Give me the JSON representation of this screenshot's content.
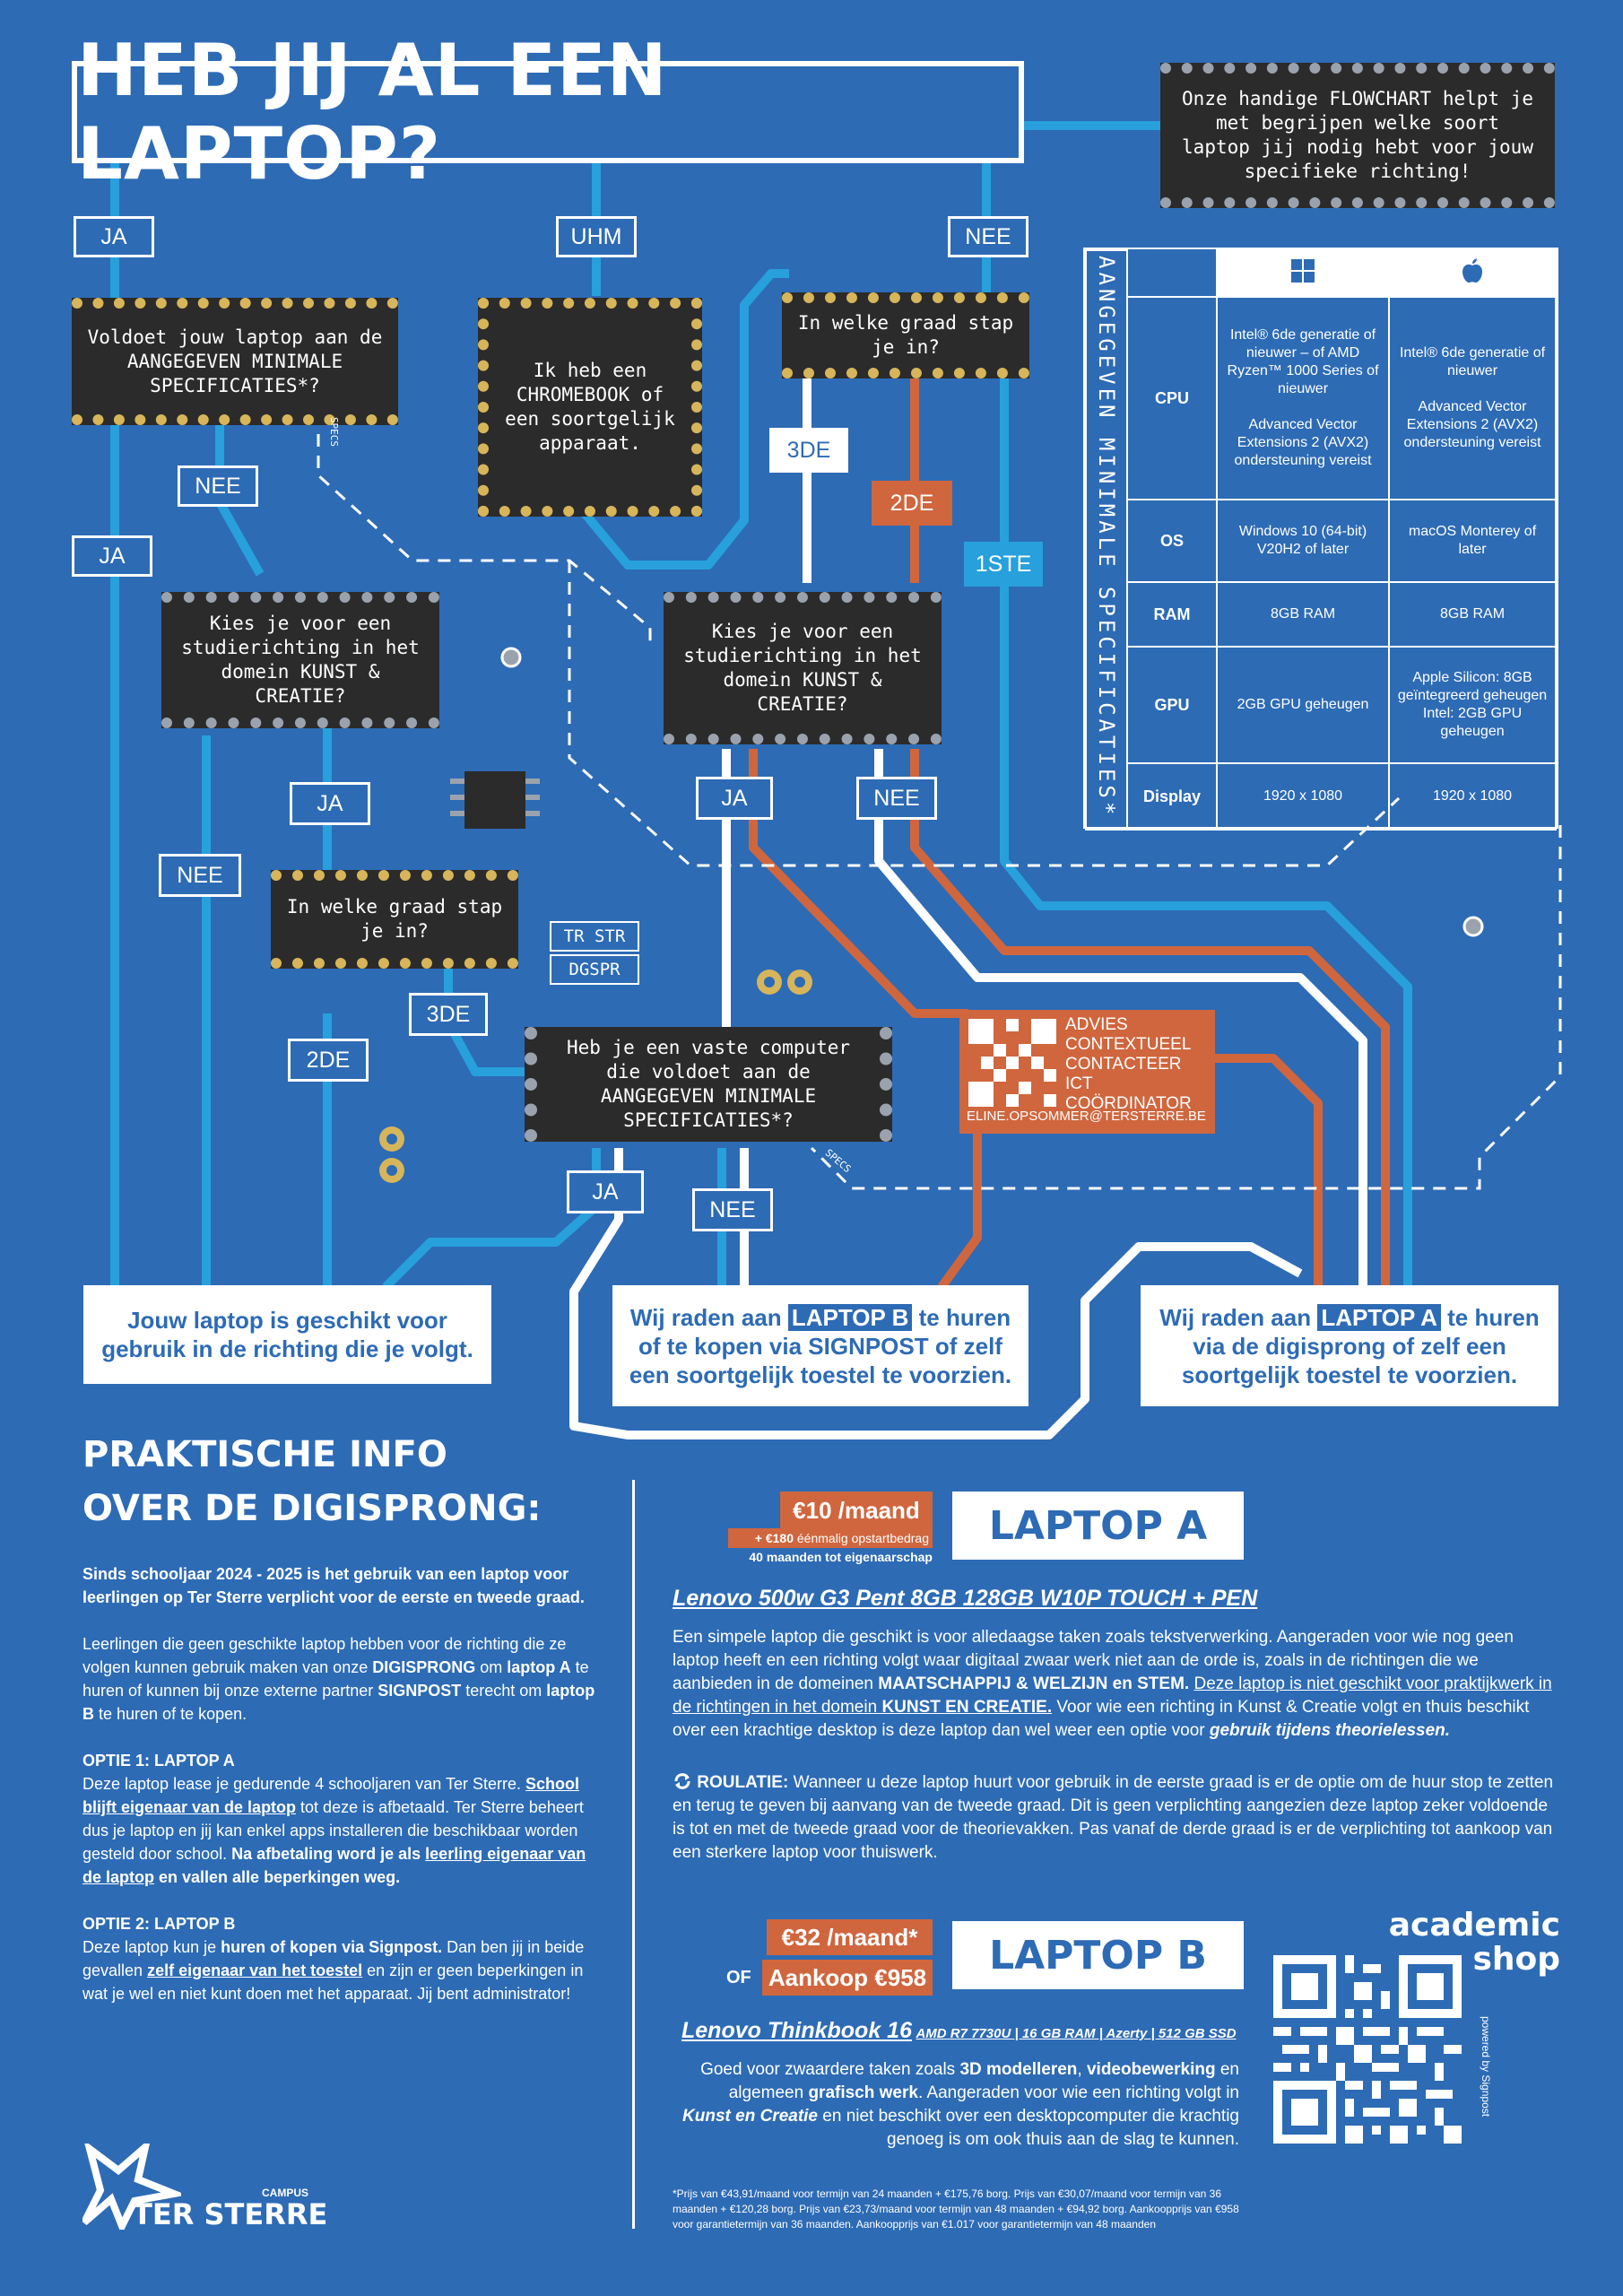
{
  "title": "HEB JIJ AL EEN LAPTOP?",
  "intro_chip": "Onze handige FLOWCHART helpt je met begrijpen welke soort laptop jij nodig hebt voor jouw specifieke richting!",
  "chips": {
    "q_specs": "Voldoet jouw laptop aan de AANGEGEVEN MINIMALE SPECIFICATIES*?",
    "chromebook": "Ik heb een CHROMEBOOK of een soortgelijk apparaat.",
    "graad_top": "In welke graad stap je in?",
    "kunst_left": "Kies je voor een studierichting in het domein KUNST & CREATIE?",
    "kunst_mid": "Kies je voor een studierichting in het domein KUNST & CREATIE?",
    "graad_left": "In welke graad stap je in?",
    "computer": "Heb je een vaste computer die voldoet aan de AANGEGEVEN MINIMALE SPECIFICATIES*?"
  },
  "labels": {
    "ja1": "JA",
    "uhm": "UHM",
    "nee1": "NEE",
    "nee2": "NEE",
    "ja2": "JA",
    "derde1": "3DE",
    "tweede1": "2DE",
    "eerste": "1STE",
    "ja3": "JA",
    "nee3": "NEE",
    "ja4": "JA",
    "nee4": "NEE",
    "derde2": "3DE",
    "tweede2": "2DE",
    "ja5": "JA",
    "nee5": "NEE",
    "specs": "SPECS",
    "trstr": "TR STR",
    "dgspr": "DGSPR"
  },
  "advies": {
    "text": "ADVIES CONTEXTUEEL CONTACTEER ICT COÖRDINATOR",
    "email": "ELINE.OPSOMMER@TERSTERRE.BE"
  },
  "results": {
    "geschikt": "Jouw laptop is geschikt voor gebruik in de richting die je volgt.",
    "b_pre": "Wij raden aan",
    "b_hl": "LAPTOP B",
    "b_post": "te huren of te kopen via SIGNPOST of zelf een soortgelijk toestel te voorzien.",
    "a_pre": "Wij raden aan",
    "a_hl": "LAPTOP A",
    "a_post": "te huren via de digisprong of zelf een soortgelijk toestel te voorzien."
  },
  "spec_table": {
    "vertical_title": "AANGEGEVEN MINIMALE SPECIFICATIES*",
    "os_icons": [
      "windows-logo",
      "apple-logo"
    ],
    "rows": [
      {
        "name": "CPU",
        "win": "Intel® 6de generatie of nieuwer – of AMD Ryzen™ 1000 Series of nieuwer\n\nAdvanced Vector Extensions 2 (AVX2) ondersteuning vereist",
        "mac": "Intel® 6de generatie of nieuwer\n\nAdvanced Vector Extensions 2 (AVX2) ondersteuning vereist"
      },
      {
        "name": "OS",
        "win": "Windows 10 (64-bit) V20H2 of later",
        "mac": "macOS Monterey of later"
      },
      {
        "name": "RAM",
        "win": "8GB RAM",
        "mac": "8GB RAM"
      },
      {
        "name": "GPU",
        "win": "2GB GPU geheugen",
        "mac": "Apple Silicon: 8GB geïntegreerd geheugen Intel: 2GB GPU geheugen"
      },
      {
        "name": "Display",
        "win": "1920 x 1080",
        "mac": "1920 x 1080"
      }
    ]
  },
  "info": {
    "heading1": "PRAKTISCHE INFO",
    "heading2": "OVER DE DIGISPRONG:",
    "p1": "Sinds schooljaar 2024 - 2025 is het gebruik van een laptop voor leerlingen op Ter Sterre verplicht voor de eerste en tweede graad.",
    "p2a": "Leerlingen die geen geschikte laptop hebben voor de richting die ze volgen kunnen gebruik maken van onze ",
    "p2b": "DIGISPRONG",
    "p2c": " om ",
    "p2d": "laptop A",
    "p2e": " te huren of kunnen bij onze externe partner ",
    "p2f": "SIGNPOST",
    "p2g": " terecht om ",
    "p2h": "laptop B",
    "p2i": " te huren of te kopen.",
    "o1_title": "OPTIE 1: LAPTOP A",
    "o1a": "Deze laptop lease je gedurende 4 schooljaren van Ter Sterre. ",
    "o1b": "School blijft eigenaar van de laptop",
    "o1c": " tot deze is afbetaald. Ter Sterre beheert dus je laptop en jij kan enkel apps installeren die beschikbaar worden gesteld door school. ",
    "o1d": "Na afbetaling word je als ",
    "o1e": "leerling eigenaar van de laptop",
    "o1f": " en vallen alle beperkingen weg.",
    "o2_title": "OPTIE 2: LAPTOP B",
    "o2a": "Deze laptop kun je ",
    "o2b": "huren of kopen via Signpost.",
    "o2c": " Dan ben jij in beide gevallen ",
    "o2d": "zelf eigenaar van het toestel",
    "o2e": " en zijn er geen beperkingen in wat je wel en niet kunt doen met het apparaat. Jij bent administrator!"
  },
  "logo": {
    "campus": "CAMPUS",
    "name": "TER STERRE"
  },
  "laptop_a": {
    "price": "€10 /maand",
    "extra_amount": "+ €180",
    "extra_text": " éénmalig opstartbedrag",
    "term": "40 maanden tot eigenaarschap",
    "label": "LAPTOP A",
    "product": "Lenovo 500w G3 Pent 8GB 128GB W10P TOUCH + PEN",
    "d1": "Een simpele laptop die geschikt is voor alledaagse taken zoals tekstverwerking. Aangeraden voor wie nog geen laptop heeft en een richting volgt waar digitaal zwaar werk niet aan de orde is, zoals in de richtingen die we aanbieden in de domeinen ",
    "d2": "MAATSCHAPPIJ & WELZIJN en STEM.",
    "d3": " ",
    "d4": "Deze laptop is niet geschikt voor praktijkwerk in de richtingen in het domein ",
    "d5": "KUNST EN CREATIE.",
    "d6": " Voor wie een richting in Kunst & Creatie volgt en thuis beschikt over een krachtige desktop is deze laptop dan wel weer een optie voor ",
    "d7": "gebruik tijdens theorielessen.",
    "rot_title": "ROULATIE:",
    "rot_text": " Wanneer u deze laptop huurt voor gebruik in de eerste graad is er de optie om de huur stop te zetten en terug te geven bij aanvang van de tweede graad. Dit is geen verplichting aangezien deze laptop zeker voldoende is tot en met de tweede graad voor de theorievakken. Pas vanaf de derde graad is er de verplichting tot aankoop van een sterkere laptop voor thuiswerk."
  },
  "laptop_b": {
    "price": "€32 /maand*",
    "of": "OF",
    "buy": "Aankoop €958",
    "label": "LAPTOP B",
    "product": "Lenovo Thinkbook 16",
    "specs": "AMD R7 7730U | 16 GB RAM | Azerty | 512 GB SSD",
    "d1": "Goed voor zwaardere taken zoals ",
    "d2": "3D modelleren",
    "d3": ", ",
    "d4": "videobewerking",
    "d5": " en algemeen ",
    "d6": "grafisch werk",
    "d7": ". Aangeraden voor wie een richting volgt in ",
    "d8": "Kunst en Creatie",
    "d9": " en niet beschikt over een desktopcomputer die krachtig genoeg is om ook thuis aan de slag te kunnen."
  },
  "shop": {
    "line1": "academic",
    "line2": "shop",
    "powered": "powered by Signpost"
  },
  "footnote": "*Prijs van €43,91/maand voor termijn van 24 maanden + €175,76 borg. Prijs van €30,07/maand voor termijn van 36 maanden + €120,28 borg. Prijs van €23,73/maand voor termijn van 48 maanden + €94,92 borg. Aankoopprijs van €958 voor garantietermijn van 36 maanden. Aankoopprijs van €1.017 voor garantietermijn van 48 maanden"
}
